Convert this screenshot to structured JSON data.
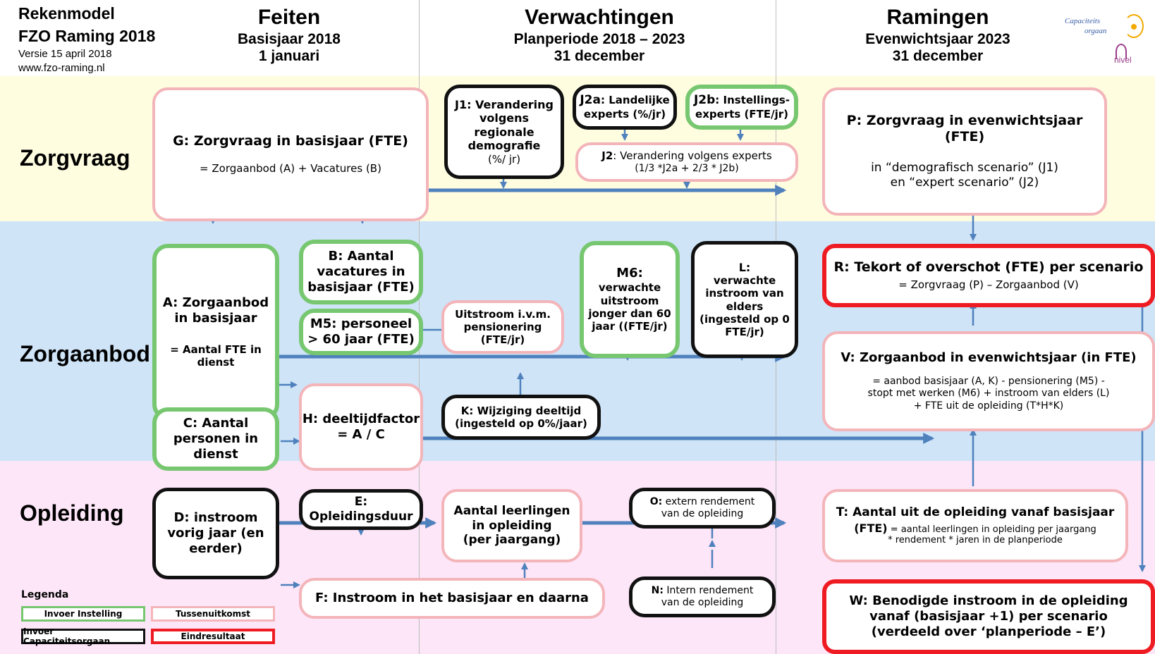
{
  "header": {
    "model_title": "Rekenmodel",
    "model_subtitle": "FZO Raming 2018",
    "version": "Versie 15 april 2018",
    "website": "www.fzo-raming.nl",
    "logo_capaciteitsorgaan_line1": "Capaciteits",
    "logo_capaciteitsorgaan_line2": "orgaan",
    "logo_nivel": "nivel"
  },
  "columns": {
    "feiten": {
      "title": "Feiten",
      "line2": "Basisjaar 2018",
      "line3": "1 januari"
    },
    "verwachtingen": {
      "title": "Verwachtingen",
      "line2": "Planperiode 2018 – 2023",
      "line3": "31 december"
    },
    "ramingen": {
      "title": "Ramingen",
      "line2": "Evenwichtsjaar 2023",
      "line3": "31 december"
    }
  },
  "rows": {
    "zorgvraag": "Zorgvraag",
    "zorgaanbod": "Zorgaanbod",
    "opleiding": "Opleiding"
  },
  "colors": {
    "zorgvraag_band": "#fffde0",
    "zorgaanbod_band": "#cfe4f7",
    "opleiding_band": "#fde6f8",
    "arrow": "#4f81bd",
    "invoer_instelling": "#77c770",
    "tussenuitkomst": "#f3b5ba",
    "invoer_capaciteitsorgaan": "#111111",
    "eindresultaat": "#ee1c22"
  },
  "boxes": {
    "G": {
      "title": "G: Zorgvraag in basisjaar (FTE)",
      "formula": "= Zorgaanbod (A) + Vacatures (B)"
    },
    "J1": {
      "code": "J1",
      "l1": ": Verandering",
      "l2": "volgens regionale",
      "l3": "demografie",
      "l4": "(%/ jr)"
    },
    "J2a": {
      "code": "J2a",
      "l1": ": Landelijke",
      "l2": "experts (%/jr)"
    },
    "J2b": {
      "code": "J2b",
      "l1": ": Instellings-",
      "l2": "experts (FTE/jr)"
    },
    "J2": {
      "code": "J2",
      "l1": ": Verandering volgens experts",
      "l2": "(1/3 *J2a + 2/3 * J2b)"
    },
    "P": {
      "title": "P: Zorgvraag in evenwichtsjaar (FTE)",
      "l1": "in “demografisch scenario” (J1)",
      "l2": "en “expert scenario” (J2)"
    },
    "A": {
      "l1": "A: Zorgaanbod",
      "l2": "in basisjaar",
      "l3": "= Aantal FTE in",
      "l4": "dienst"
    },
    "B": {
      "l1": "B: Aantal",
      "l2": "vacatures in",
      "l3": "basisjaar (FTE)"
    },
    "M5": {
      "l1": "M5: personeel",
      "l2": "> 60 jaar (FTE)"
    },
    "U": {
      "l1": "Uitstroom i.v.m.",
      "l2": "pensionering",
      "l3": "(FTE/jr)"
    },
    "M6": {
      "l1": "M6:",
      "l2": "verwachte",
      "l3": "uitstroom",
      "l4": "jonger dan 60",
      "l5": "jaar ((FTE/jr)"
    },
    "L": {
      "l1": "L:",
      "l2": "verwachte",
      "l3": "instroom van",
      "l4": "elders",
      "l5": "(ingesteld op 0",
      "l6": "FTE/jr)"
    },
    "R": {
      "title": "R: Tekort of overschot (FTE) per scenario",
      "formula": "= Zorgvraag (P) – Zorgaanbod (V)"
    },
    "V": {
      "title": "V: Zorgaanbod in evenwichtsjaar (in FTE)",
      "l1": "= aanbod basisjaar (A, K) - pensionering (M5) -",
      "l2": "stopt met werken (M6) + instroom van elders (L)",
      "l3": "+ FTE uit de opleiding (T*H*K)"
    },
    "C": {
      "l1": "C:  Aantal",
      "l2": "personen in",
      "l3": "dienst"
    },
    "H": {
      "l1": "H: deeltijdfactor",
      "l2": "= A / C"
    },
    "K": {
      "l1": "K: Wijziging deeltijd",
      "l2": "(ingesteld op 0%/jaar)"
    },
    "D": {
      "l1": "D: instroom",
      "l2": "vorig jaar (en",
      "l3": "eerder)"
    },
    "E": {
      "l1": "E:",
      "l2": "Opleidingsduur"
    },
    "AL": {
      "l1": "Aantal leerlingen",
      "l2": "in opleiding",
      "l3": "(per jaargang)"
    },
    "O": {
      "code": "O:",
      "l1": " extern rendement",
      "l2": "van de opleiding"
    },
    "N": {
      "code": "N:",
      "l1": " Intern rendement",
      "l2": "van de opleiding"
    },
    "T": {
      "title": "T: Aantal uit de opleiding vanaf basisjaar",
      "l1b": "(FTE)",
      "l1": " = aantal leerlingen in opleiding per jaargang",
      "l2": "* rendement * jaren in de planperiode"
    },
    "F": {
      "l1": "F: Instroom in het basisjaar en daarna"
    },
    "W": {
      "l1": "W: Benodigde instroom in de opleiding",
      "l2": "vanaf (basisjaar +1) per scenario",
      "l3": "(verdeeld over ‘planperiode – E’)"
    }
  },
  "legend": {
    "title": "Legenda",
    "invoer_instelling": "Invoer Instelling",
    "tussenuitkomst": "Tussenuitkomst",
    "invoer_capaciteitsorgaan": "Invoer Capaciteitsorgaan",
    "eindresultaat": "Eindresultaat"
  }
}
